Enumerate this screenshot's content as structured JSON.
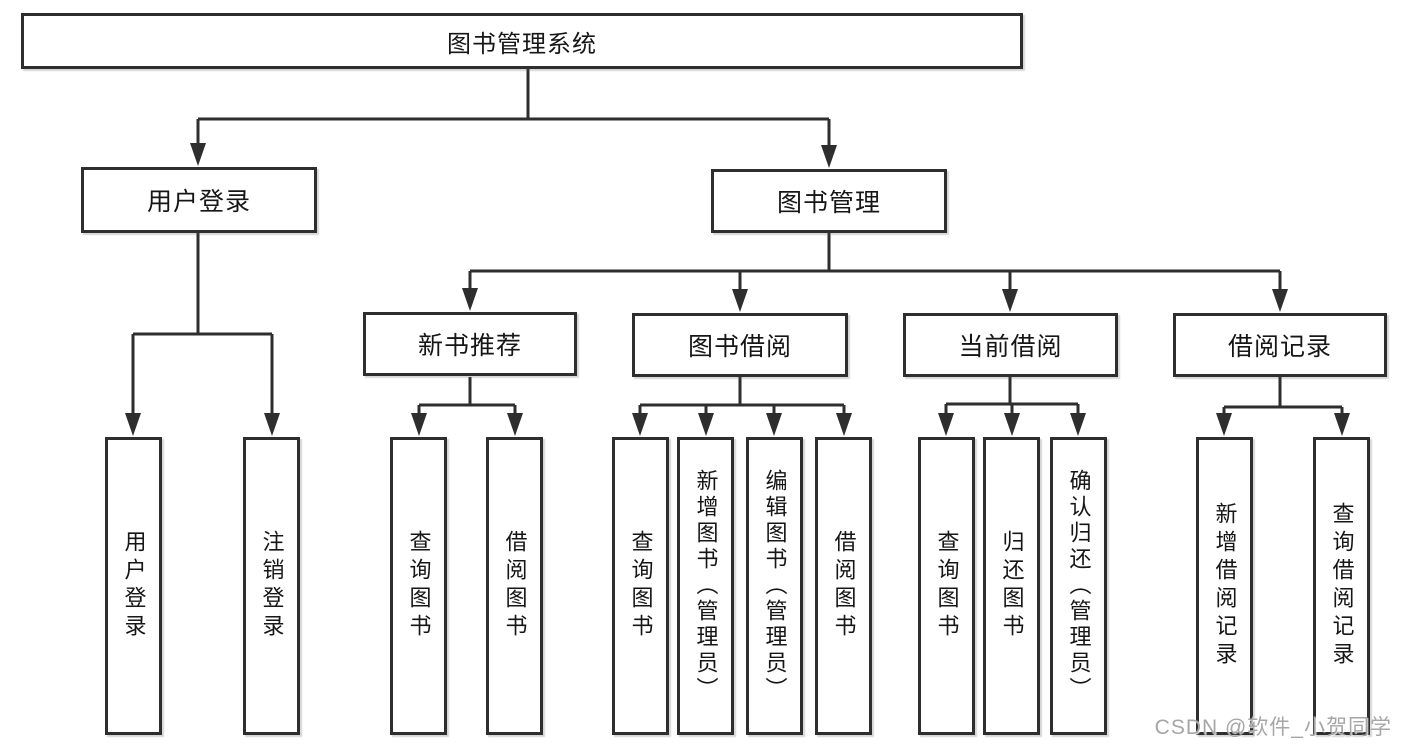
{
  "diagram": {
    "root": {
      "label": "图书管理系统"
    },
    "level2": [
      {
        "label": "用户登录"
      },
      {
        "label": "图书管理"
      }
    ],
    "level3": [
      {
        "label": "新书推荐"
      },
      {
        "label": "图书借阅"
      },
      {
        "label": "当前借阅"
      },
      {
        "label": "借阅记录"
      }
    ],
    "leaves": {
      "user_login": [
        "用户登录",
        "注销登录"
      ],
      "new_book": [
        "查询图书",
        "借阅图书"
      ],
      "book_borrow": [
        "查询图书",
        "新增图书（管理员）",
        "编辑图书（管理员）",
        "借阅图书"
      ],
      "current_borrow": [
        "查询图书",
        "归还图书",
        "确认归还（管理员）"
      ],
      "borrow_record": [
        "新增借阅记录",
        "查询借阅记录"
      ]
    }
  },
  "watermark": {
    "text": "CSDN @软件_小贺同学"
  },
  "colors": {
    "line": "#2e2e2e",
    "text": "#161616",
    "watermark": "#a6a6a6",
    "background": "#ffffff"
  }
}
